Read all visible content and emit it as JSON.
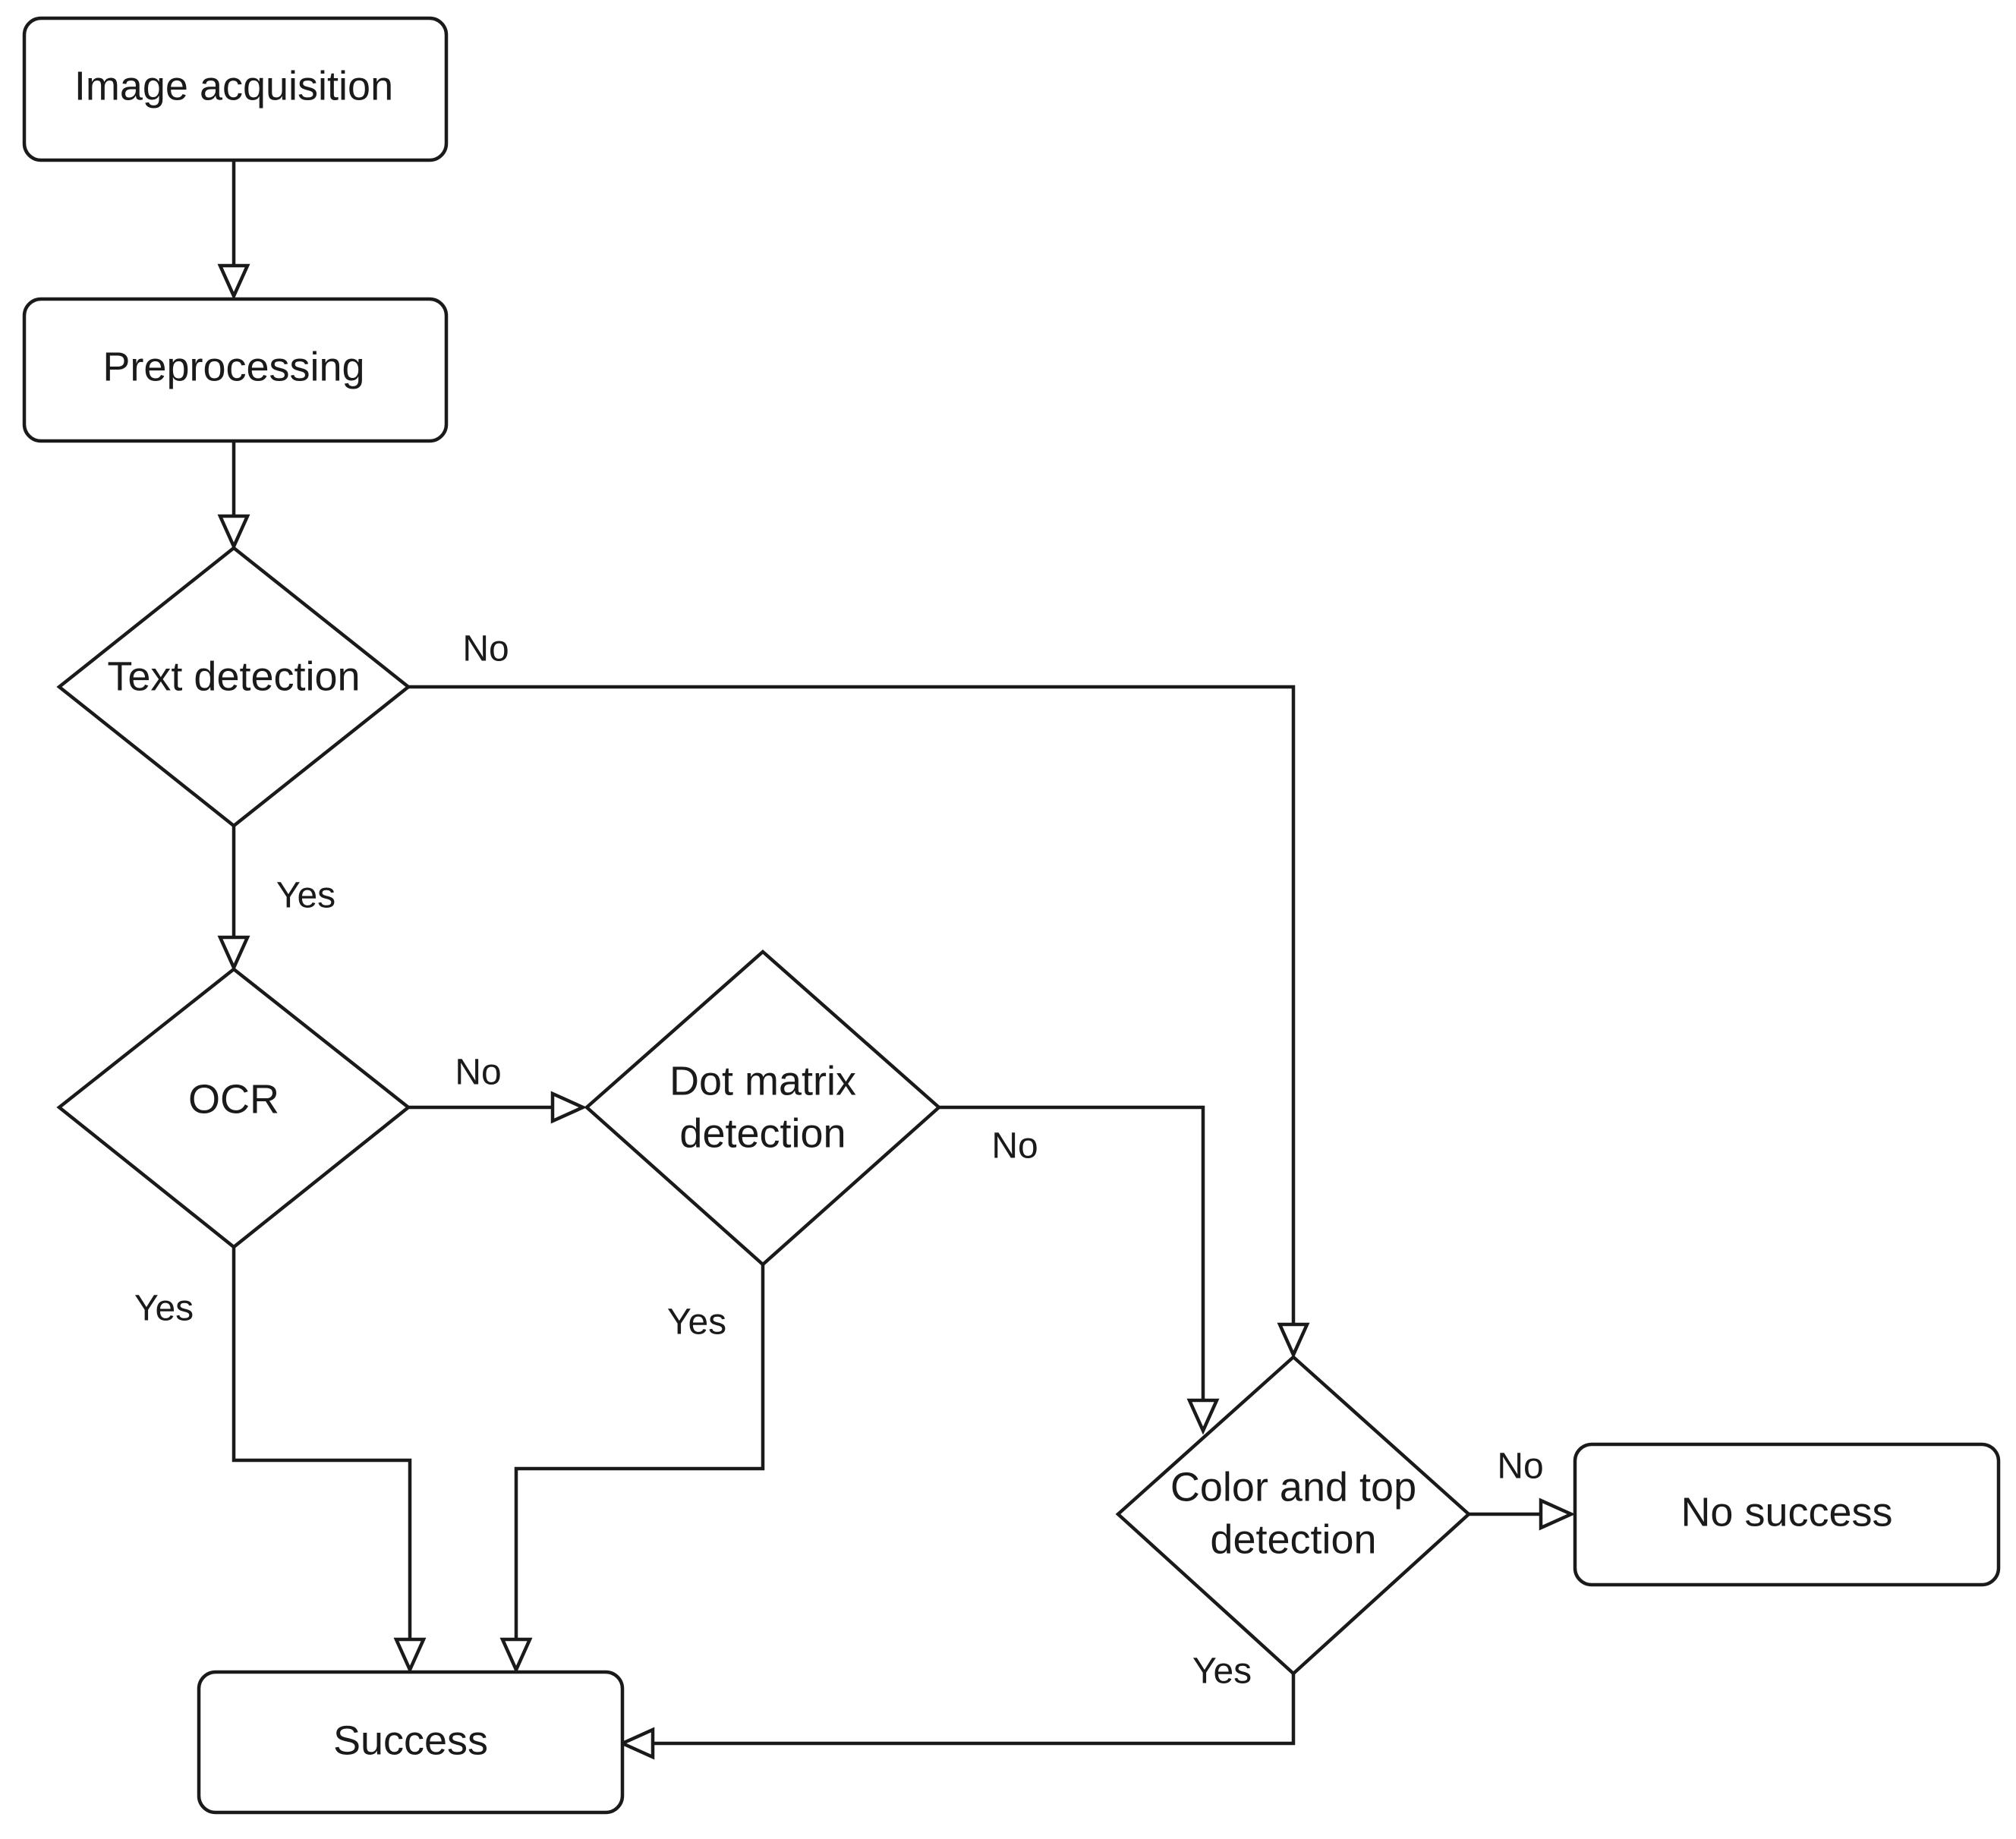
{
  "nodes": {
    "image_acquisition": "Image acquisition",
    "preprocessing": "Preprocessing",
    "text_detection": "Text detection",
    "ocr": "OCR",
    "dot_matrix_line1": "Dot matrix",
    "dot_matrix_line2": "detection",
    "color_top_line1": "Color and top",
    "color_top_line2": "detection",
    "no_success": "No success",
    "success": "Success"
  },
  "edges": {
    "text_no": "No",
    "text_yes": "Yes",
    "ocr_no": "No",
    "ocr_yes": "Yes",
    "dot_no": "No",
    "dot_yes": "Yes",
    "color_no": "No",
    "color_yes": "Yes"
  }
}
